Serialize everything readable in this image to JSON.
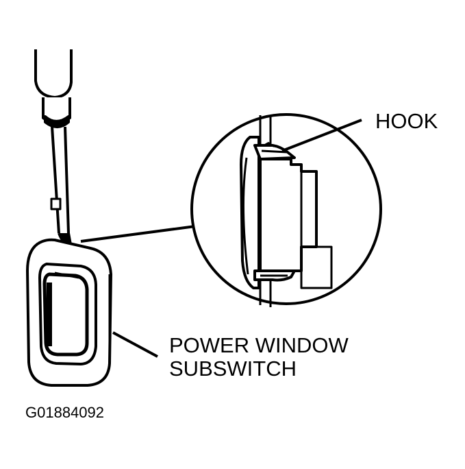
{
  "labels": {
    "hook": "HOOK",
    "subswitch_line1": "POWER WINDOW",
    "subswitch_line2": "SUBSWITCH"
  },
  "figure_id": "G01884092",
  "colors": {
    "ink": "#000000",
    "paper": "#ffffff"
  }
}
